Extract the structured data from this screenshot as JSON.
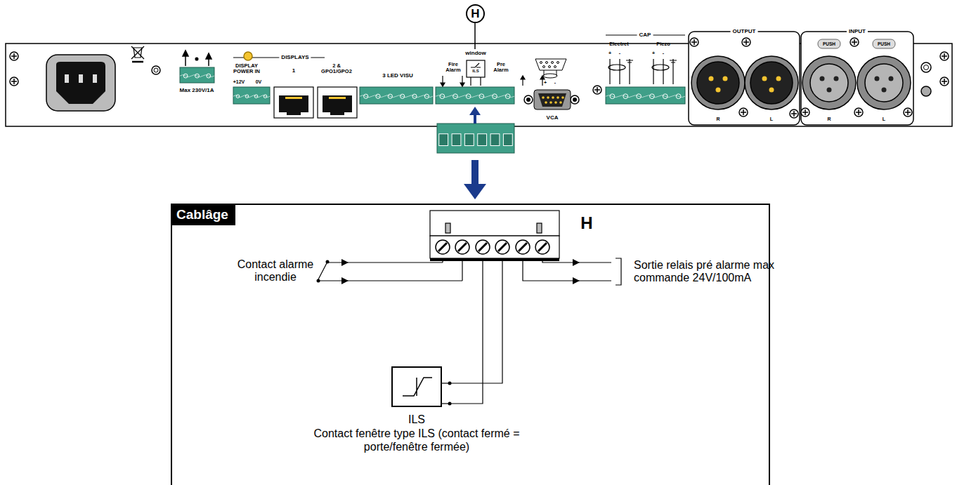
{
  "diagram": {
    "nodes": [
      {
        "text": [
          "H"
        ]
      },
      {
        "text": [
          "Cablâge"
        ]
      },
      {
        "text": [
          "ILS",
          "Contact fenêtre type ILS (contact fermé = porte/fenêtre fermée)"
        ],
        "in": 1
      }
    ],
    "labels": [
      "Max 230V/1A",
      "DISPLAYS",
      "DISPLAY POWER IN",
      "+12V",
      "0V",
      "1",
      "2 & GPO1/GPO2",
      "3 LED VISU",
      "window",
      "Fire Alarm",
      "ILS",
      "Pre Alarm",
      "VCA",
      "+",
      "-",
      "CAP",
      "Electret",
      "Piezo",
      "+",
      "-",
      "+",
      "-",
      "OUTPUT",
      "R",
      "L",
      "INPUT",
      "PUSH",
      "PUSH",
      "R",
      "L",
      "H",
      "Contact alarme incendie",
      "Sortie relais pré alarme max commande 24V/100mA"
    ]
  }
}
